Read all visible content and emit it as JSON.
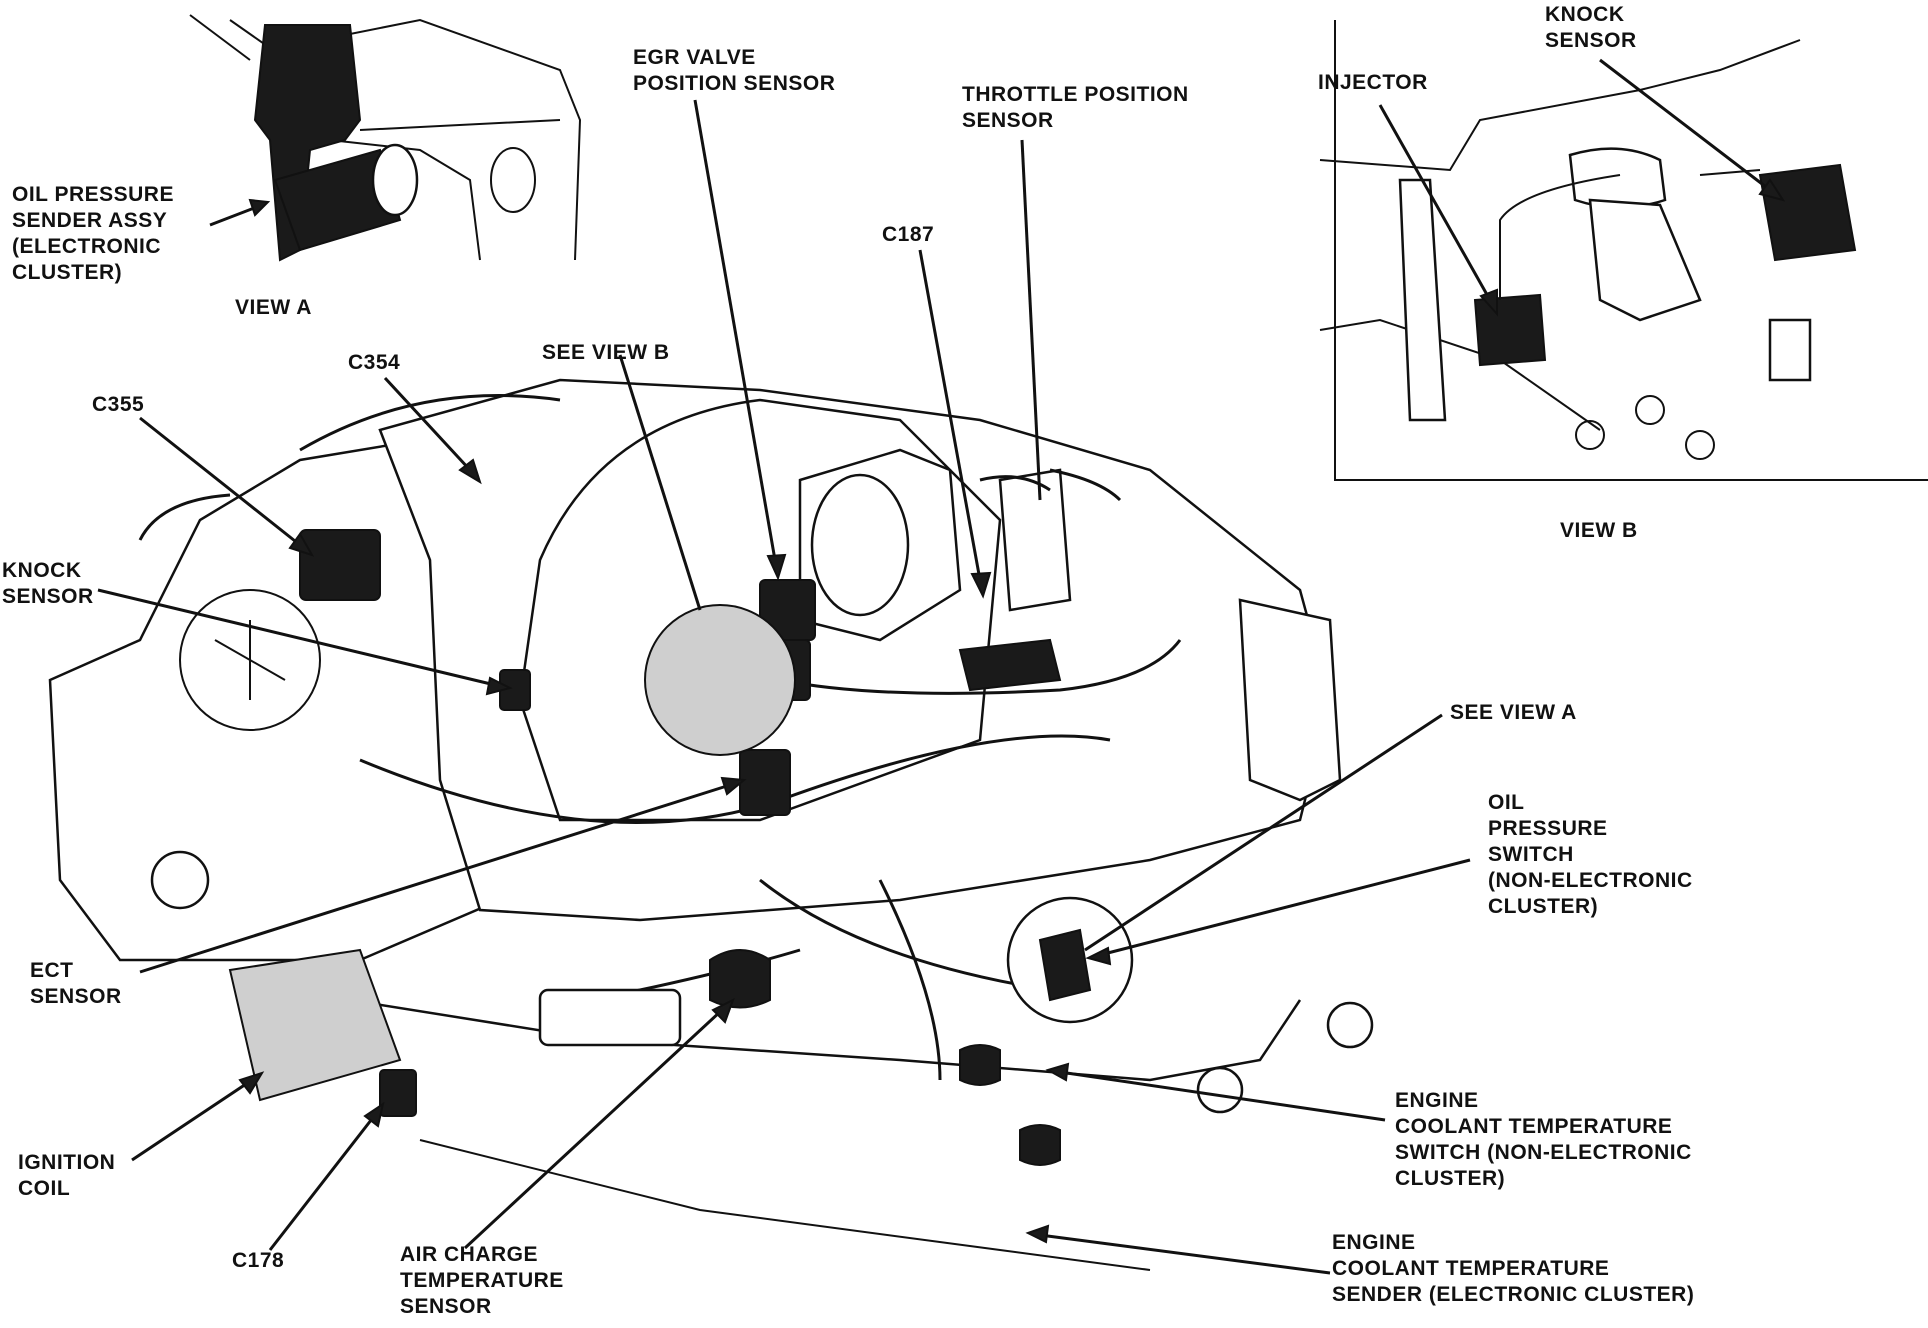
{
  "labels": {
    "oil_pressure_sender": "OIL PRESSURE\nSENDER ASSY\n(ELECTRONIC\nCLUSTER)",
    "view_a": "VIEW A",
    "egr_valve_sensor": "EGR VALVE\nPOSITION SENSOR",
    "throttle_position_sensor": "THROTTLE POSITION\nSENSOR",
    "c187": "C187",
    "injector": "INJECTOR",
    "knock_sensor_view_b": "KNOCK\nSENSOR",
    "view_b": "VIEW B",
    "c354": "C354",
    "c355": "C355",
    "see_view_b": "SEE VIEW B",
    "knock_sensor": "KNOCK\nSENSOR",
    "see_view_a": "SEE VIEW A",
    "oil_pressure_switch": "OIL\nPRESSURE\nSWITCH\n(NON-ELECTRONIC\nCLUSTER)",
    "ect_sensor": "ECT\nSENSOR",
    "engine_coolant_switch": "ENGINE\nCOOLANT TEMPERATURE\nSWITCH (NON-ELECTRONIC\nCLUSTER)",
    "ignition_coil": "IGNITION\nCOIL",
    "c178": "C178",
    "air_charge_sensor": "AIR CHARGE\nTEMPERATURE\nSENSOR",
    "engine_coolant_sender": "ENGINE\nCOOLANT TEMPERATURE\nSENDER (ELECTRONIC CLUSTER)"
  }
}
